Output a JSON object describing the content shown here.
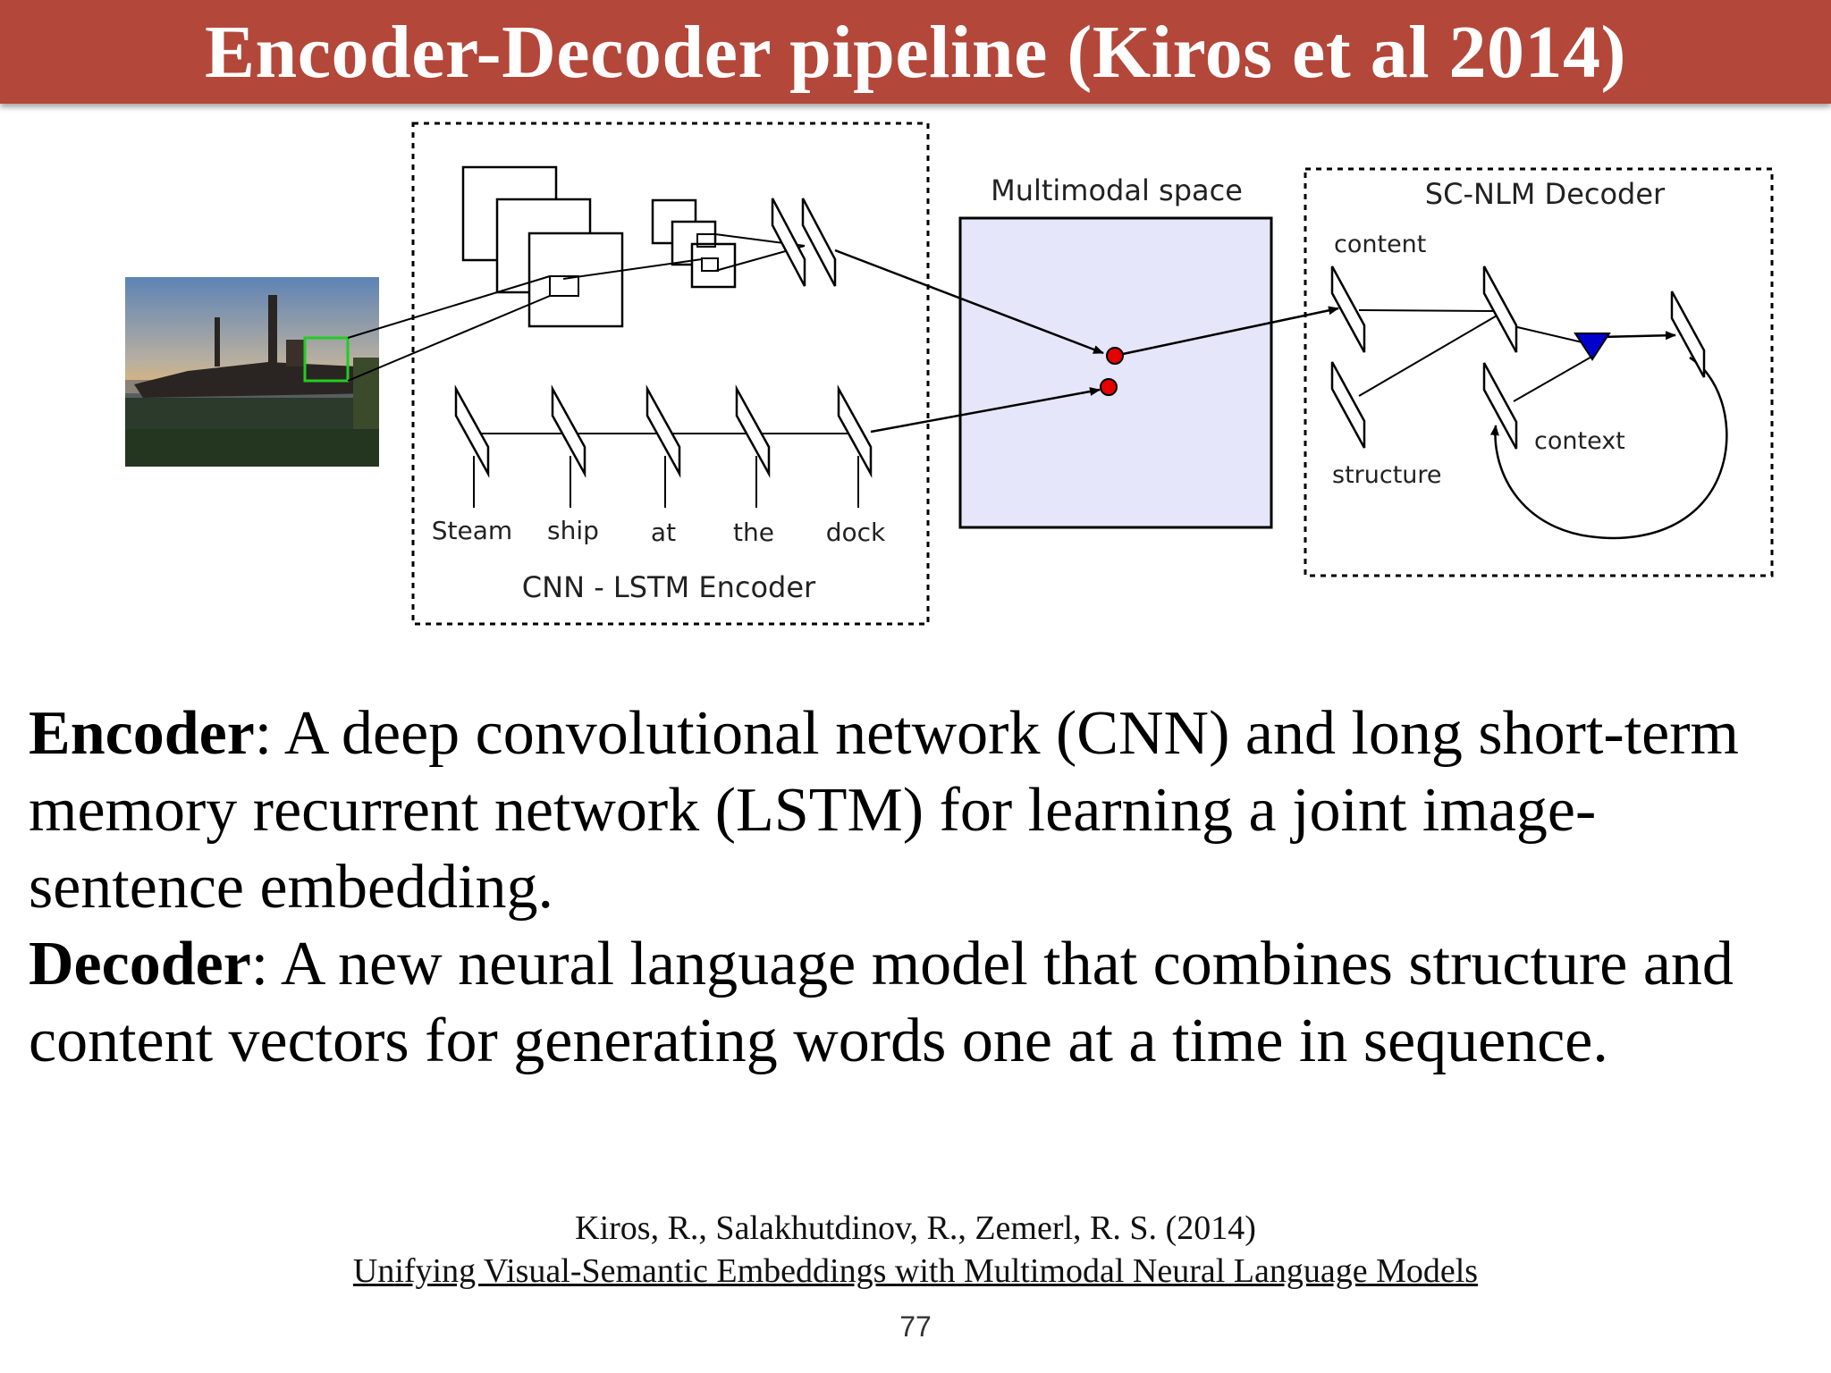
{
  "title": "Encoder-Decoder pipeline (Kiros et al 2014)",
  "diagram": {
    "encoder_box_label": "CNN - LSTM Encoder",
    "words": [
      "Steam",
      "ship",
      "at",
      "the",
      "dock"
    ],
    "multimodal_label": "Multimodal space",
    "decoder_box_label": "SC-NLM Decoder",
    "content_label": "content",
    "structure_label": "structure",
    "context_label": "context",
    "colors": {
      "multimodal_fill": "#e6e6fa",
      "point": "#e60000",
      "triangle": "#0000cc",
      "crop_box": "#22cc22"
    }
  },
  "body": {
    "encoder_term": "Encoder",
    "encoder_text": ": A deep convolutional network (CNN) and long short-term memory recurrent network (LSTM) for learning a joint image-sentence embedding.",
    "decoder_term": "Decoder",
    "decoder_text": ": A new neural language model that combines structure and content vectors for generating words one at a time in sequence."
  },
  "citation": {
    "authors": "Kiros, R., Salakhutdinov, R., Zemerl, R. S. (2014)",
    "paper_title": "Unifying Visual-Semantic Embeddings with Multimodal Neural Language Models"
  },
  "page_number": "77"
}
